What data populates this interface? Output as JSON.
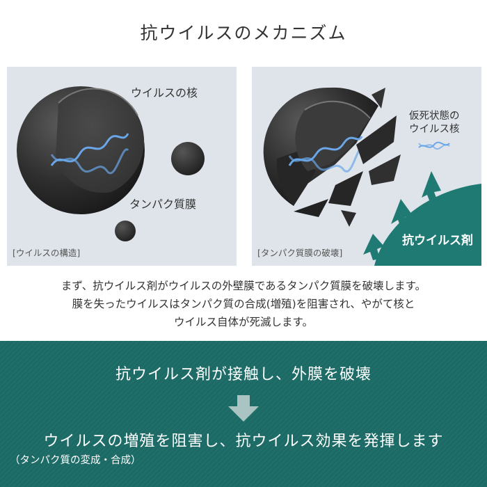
{
  "title": "抗ウイルスのメカニズム",
  "left_panel": {
    "label_core": "ウイルスの核",
    "label_protein": "タンパク質膜",
    "caption": "[ウイルスの構造]"
  },
  "right_panel": {
    "label_inactive": [
      "仮死状態の",
      "ウイルス核"
    ],
    "agent": "抗ウイルス剤",
    "caption": "[タンパク質膜の破壊]"
  },
  "description": [
    "まず、抗ウイルス剤がウイルスの外壁膜であるタンパク質膜を破壊します。",
    "膜を失ったウイルスはタンパク質の合成(増殖)を阻害され、やがて核と",
    "ウイルス自体が死滅します。"
  ],
  "band": {
    "line1": "抗ウイルス剤が接触し、外膜を破壊",
    "line2": "ウイルスの増殖を阻害し、抗ウイルス効果を発揮します",
    "note": "（タンパク質の変成・合成）"
  },
  "colors": {
    "panel_bg": "#dfe4ea",
    "teal": "#1b6a65",
    "agent_teal": "#1f7a73",
    "dna_blue": "#6aa6e8"
  }
}
